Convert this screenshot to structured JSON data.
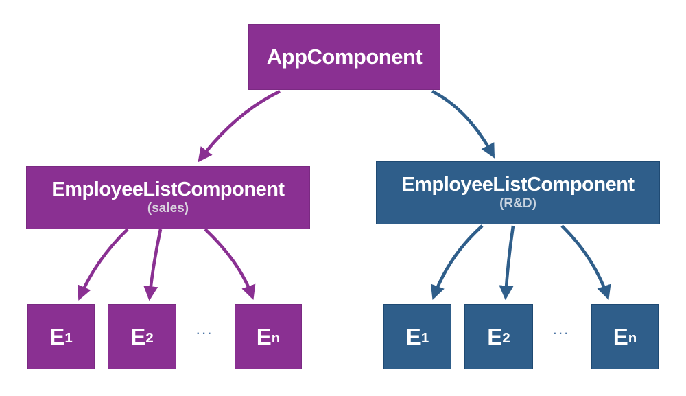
{
  "colors": {
    "purple": "#8A3092",
    "purple_border": "#7A2A82",
    "blue": "#2F5E8A",
    "blue_border": "#1F4A73",
    "subtitle_sales": "#D9D3DE",
    "subtitle_rnd": "#C9D4E0",
    "ellipsis": "#4C74A4",
    "label_text": "#FFFFFF",
    "background": "#FFFFFF"
  },
  "root": {
    "label": "AppComponent"
  },
  "branches": {
    "sales": {
      "label": "EmployeeListComponent",
      "sublabel": "(sales)",
      "children": [
        {
          "base": "E",
          "sub": "1"
        },
        {
          "base": "E",
          "sub": "2"
        },
        {
          "base": "E",
          "sub": "n"
        }
      ],
      "ellipsis": "···"
    },
    "rnd": {
      "label": "EmployeeListComponent",
      "sublabel": "(R&D)",
      "children": [
        {
          "base": "E",
          "sub": "1"
        },
        {
          "base": "E",
          "sub": "2"
        },
        {
          "base": "E",
          "sub": "n"
        }
      ],
      "ellipsis": "···"
    }
  }
}
